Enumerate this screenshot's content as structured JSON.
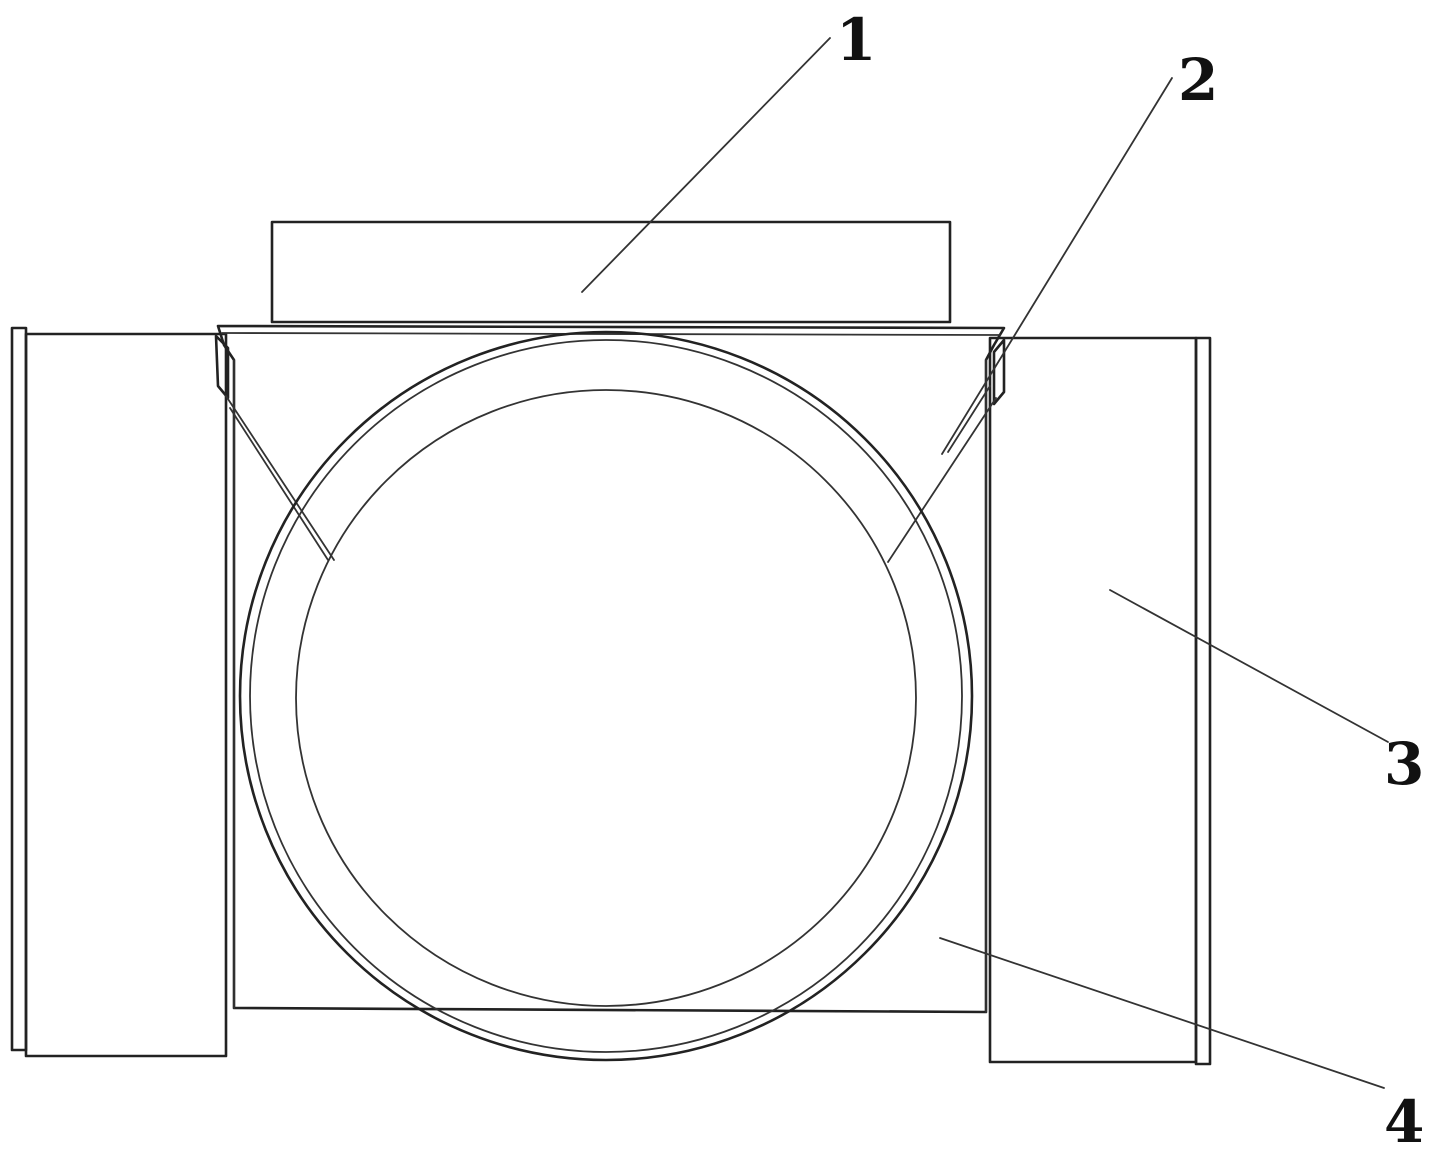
{
  "figure": {
    "callouts": [
      {
        "id": "callout-1",
        "label": "1"
      },
      {
        "id": "callout-2",
        "label": "2"
      },
      {
        "id": "callout-3",
        "label": "3"
      },
      {
        "id": "callout-4",
        "label": "4"
      }
    ]
  },
  "colors": {
    "line": "#222222",
    "background": "#ffffff"
  }
}
